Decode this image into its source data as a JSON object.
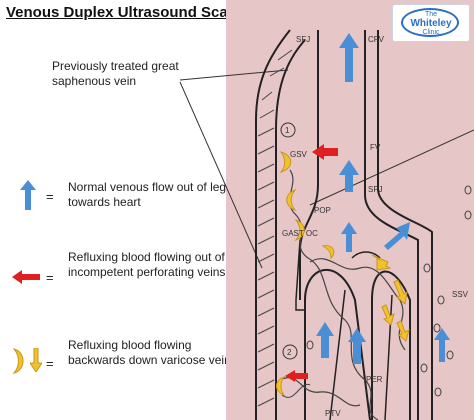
{
  "title": "Venous Duplex Ultrasound Scan",
  "callout_gsv": "Previously treated great saphenous vein",
  "legend": [
    {
      "icon": "blue-up-arrow",
      "text": "Normal venous flow out of leg towards heart"
    },
    {
      "icon": "red-left-arrow",
      "text": "Refluxing blood flowing out of incompetent perforating veins"
    },
    {
      "icon": "yellow-crescent-and-down-arrow",
      "text": "Refluxing blood flowing backwards down varicose veins"
    }
  ],
  "equals_sign": "=",
  "logo": {
    "line1": "The",
    "line2": "Whiteley",
    "line3": "Clinic"
  },
  "vein_labels": {
    "sfj": "SFJ",
    "cfv": "CFV",
    "fv": "FV",
    "spj": "SPJ",
    "gsv": "GSV",
    "pop": "POP",
    "gast_oc": "GAST OC",
    "ssv": "SSV",
    "ptv": "PTV",
    "per": "PER",
    "circle1": "1",
    "circle2": "2"
  },
  "colors": {
    "paper": "#e7c6c8",
    "normal_flow": "#4a8fd6",
    "perforator_reflux": "#e02020",
    "varicose_reflux": "#f2c12e"
  }
}
